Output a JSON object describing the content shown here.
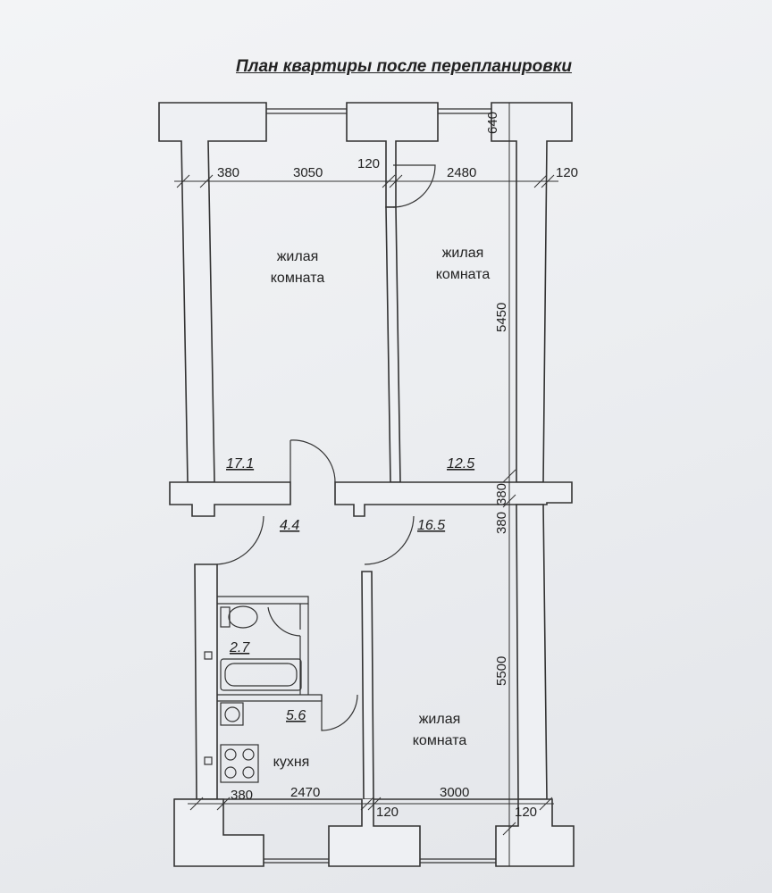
{
  "title": "План квартиры после перепланировки",
  "rooms": [
    {
      "line1": "жилая",
      "line2": "комната"
    },
    {
      "line1": "жилая",
      "line2": "комната"
    },
    {
      "line1": "жилая",
      "line2": "комната"
    },
    {
      "name": "кухня"
    }
  ],
  "areas": {
    "room_top_left": "17.1",
    "room_top_right": "12.5",
    "hall": "4.4",
    "room_bottom_right": "16.5",
    "toilet": "2.7",
    "bathroom": "5.6"
  },
  "dimensions": {
    "top_wall_left": "380",
    "top_room_left": "3050",
    "top_partition": "120",
    "top_room_right": "2480",
    "top_wall_right": "120",
    "top_offset": "640",
    "right_upper_height": "5450",
    "mid_wall_a": "380",
    "mid_wall_b": "380",
    "right_lower_height": "5500",
    "bottom_wall_left": "380",
    "bottom_kitchen": "2470",
    "bottom_partition": "120",
    "bottom_room": "3000",
    "bottom_wall_right": "120"
  }
}
